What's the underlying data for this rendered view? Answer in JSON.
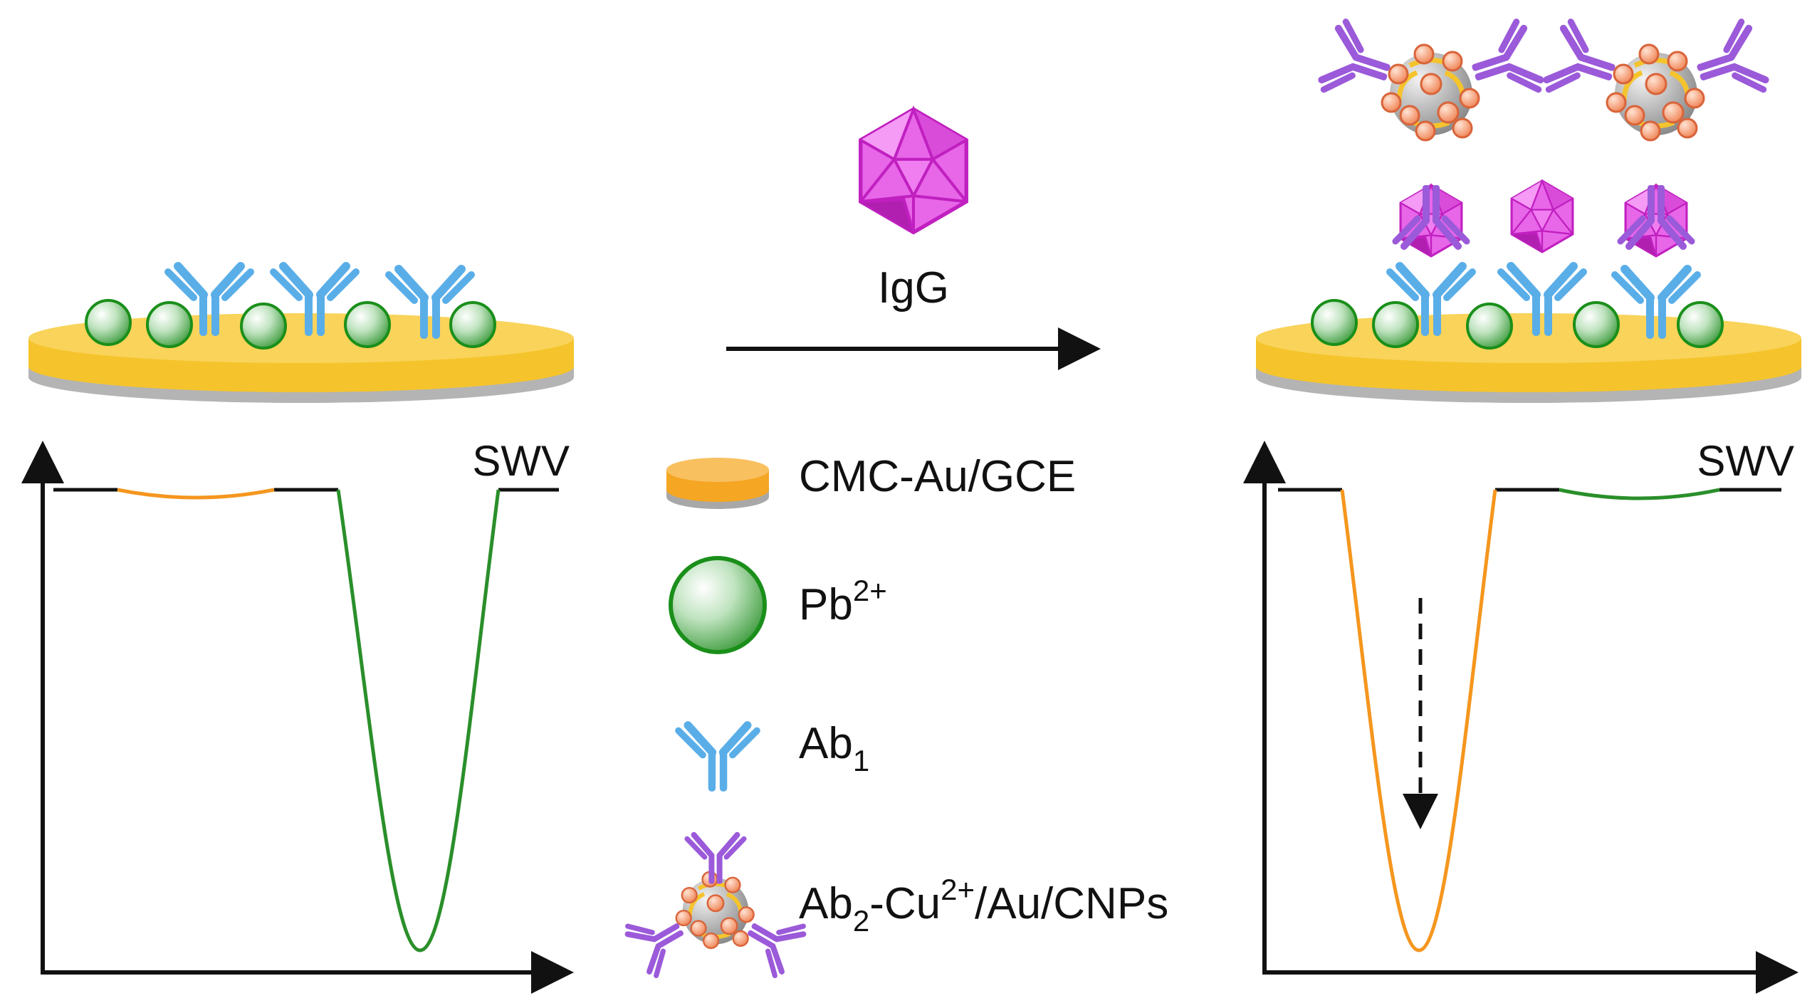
{
  "labels": {
    "analyte": "IgG",
    "swv_left": "SWV",
    "swv_right": "SWV"
  },
  "legend": [
    {
      "key": "electrode",
      "text": "CMC-Au/GCE",
      "icon": "electrode-disc-icon"
    },
    {
      "key": "lead",
      "text": "Pb",
      "sup": "2+",
      "icon": "green-sphere-icon"
    },
    {
      "key": "ab1",
      "text": "Ab",
      "sub": "1",
      "icon": "antibody-icon"
    },
    {
      "key": "probe",
      "text": "Ab",
      "sub": "2",
      "mid": "-Cu",
      "sup": "2+",
      "tail": "/Au/CNPs",
      "icon": "nanoprobe-icon"
    }
  ],
  "colors": {
    "electrode_gold": "#f5c42c",
    "electrode_base": "#a8a8a8",
    "lead_green": "#1a8f1a",
    "antibody_blue": "#5aaee8",
    "antigen_magenta": "#e050e0",
    "probe_purple": "#9b5ad9",
    "cu_orange": "#f08a5d",
    "swv_orange": "#f5961e",
    "swv_green": "#2a8f2a"
  }
}
